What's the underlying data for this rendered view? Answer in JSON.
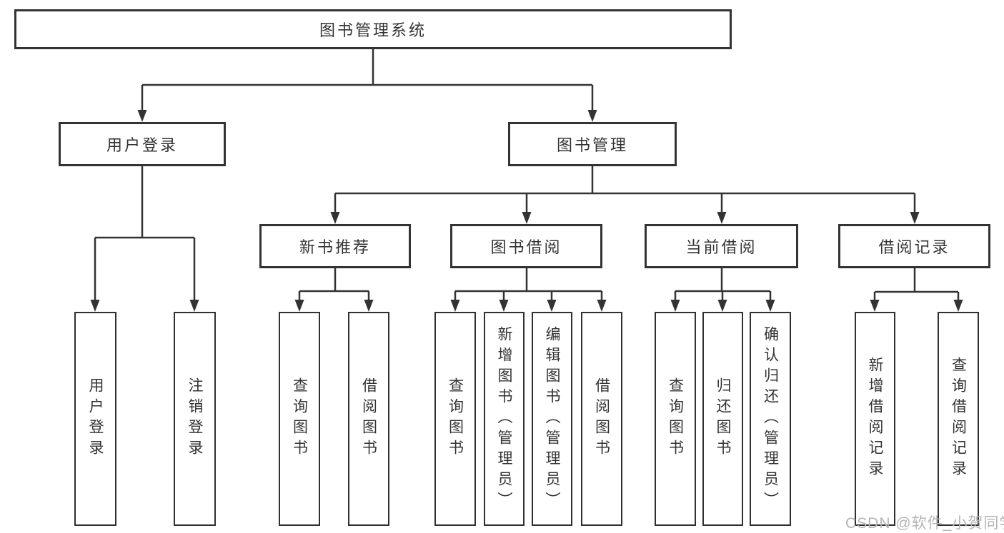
{
  "tree": {
    "root": "图书管理系统",
    "branches": [
      {
        "label": "用户登录",
        "children": [
          {
            "label": "用户登录"
          },
          {
            "label": "注销登录"
          }
        ]
      },
      {
        "label": "图书管理",
        "children": [
          {
            "label": "新书推荐",
            "children": [
              {
                "label": "查询图书"
              },
              {
                "label": "借阅图书"
              }
            ]
          },
          {
            "label": "图书借阅",
            "children": [
              {
                "label": "查询图书"
              },
              {
                "label": "新增图书（管理员）"
              },
              {
                "label": "编辑图书（管理员）"
              },
              {
                "label": "借阅图书"
              }
            ]
          },
          {
            "label": "当前借阅",
            "children": [
              {
                "label": "查询图书"
              },
              {
                "label": "归还图书"
              },
              {
                "label": "确认归还（管理员）"
              }
            ]
          },
          {
            "label": "借阅记录",
            "children": [
              {
                "label": "新增借阅记录"
              },
              {
                "label": "查询借阅记录"
              }
            ]
          }
        ]
      }
    ]
  },
  "watermark": {
    "text": "CSDN @软件_小贺同学"
  },
  "colors": {
    "line": "#333333",
    "box_border": "#333333",
    "text": "#333333",
    "background": "#ffffff",
    "watermark": "#b5b5b5"
  }
}
